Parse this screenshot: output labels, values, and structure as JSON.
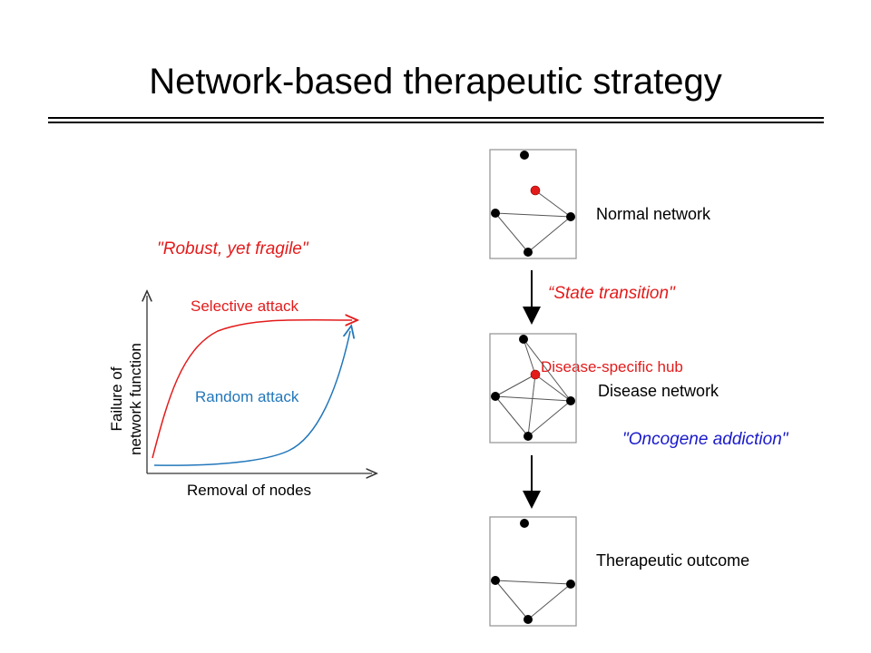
{
  "slide": {
    "title": "Network-based therapeutic strategy"
  },
  "robustness_panel": {
    "caption": "\"Robust, yet fragile\"",
    "y_axis_label_line1": "Failure of",
    "y_axis_label_line2": "network function",
    "x_axis_label": "Removal of nodes",
    "selective_attack_label": "Selective attack",
    "random_attack_label": "Random attack"
  },
  "networks": {
    "normal_label": "Normal network",
    "transition_label": "“State transition\"",
    "hub_label": "Disease-specific hub",
    "disease_label": "Disease network",
    "addiction_label": "\"Oncogene addiction\"",
    "outcome_label": "Therapeutic outcome"
  },
  "colors": {
    "red": "#e31b1b",
    "blue": "#2277bb",
    "dark_blue": "#1a1acc",
    "node_black": "#000000",
    "hub_red": "#e31b1b",
    "box_border": "#999999",
    "edge": "#555555"
  }
}
